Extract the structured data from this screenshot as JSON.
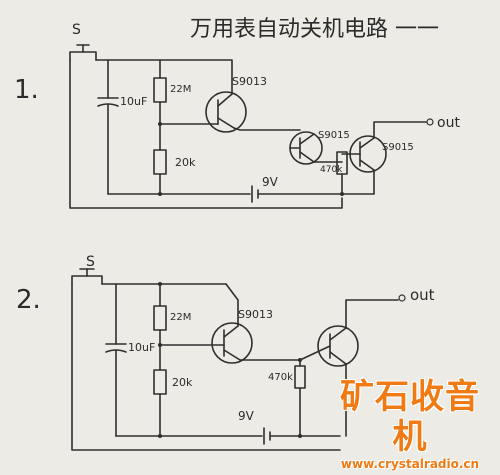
{
  "title": "万用表自动关机电路 一一",
  "circuit1": {
    "number": "1.",
    "switch_label": "S",
    "capacitor_label": "10uF",
    "r1_label": "22M",
    "r2_label": "20k",
    "q1_label": "S9013",
    "q2_label": "S9015",
    "q3_label": "S9015",
    "r3_label": "470k",
    "battery_label": "9V",
    "out_label": "out"
  },
  "circuit2": {
    "number": "2.",
    "switch_label": "S",
    "capacitor_label": "10uF",
    "r1_label": "22M",
    "r2_label": "20k",
    "q1_label": "S9013",
    "r3_label": "470k",
    "battery_label": "9V",
    "out_label": "out"
  },
  "watermark": {
    "text": "矿石收音机",
    "url": "www.crystalradio.cn",
    "color": "#f07b14"
  }
}
